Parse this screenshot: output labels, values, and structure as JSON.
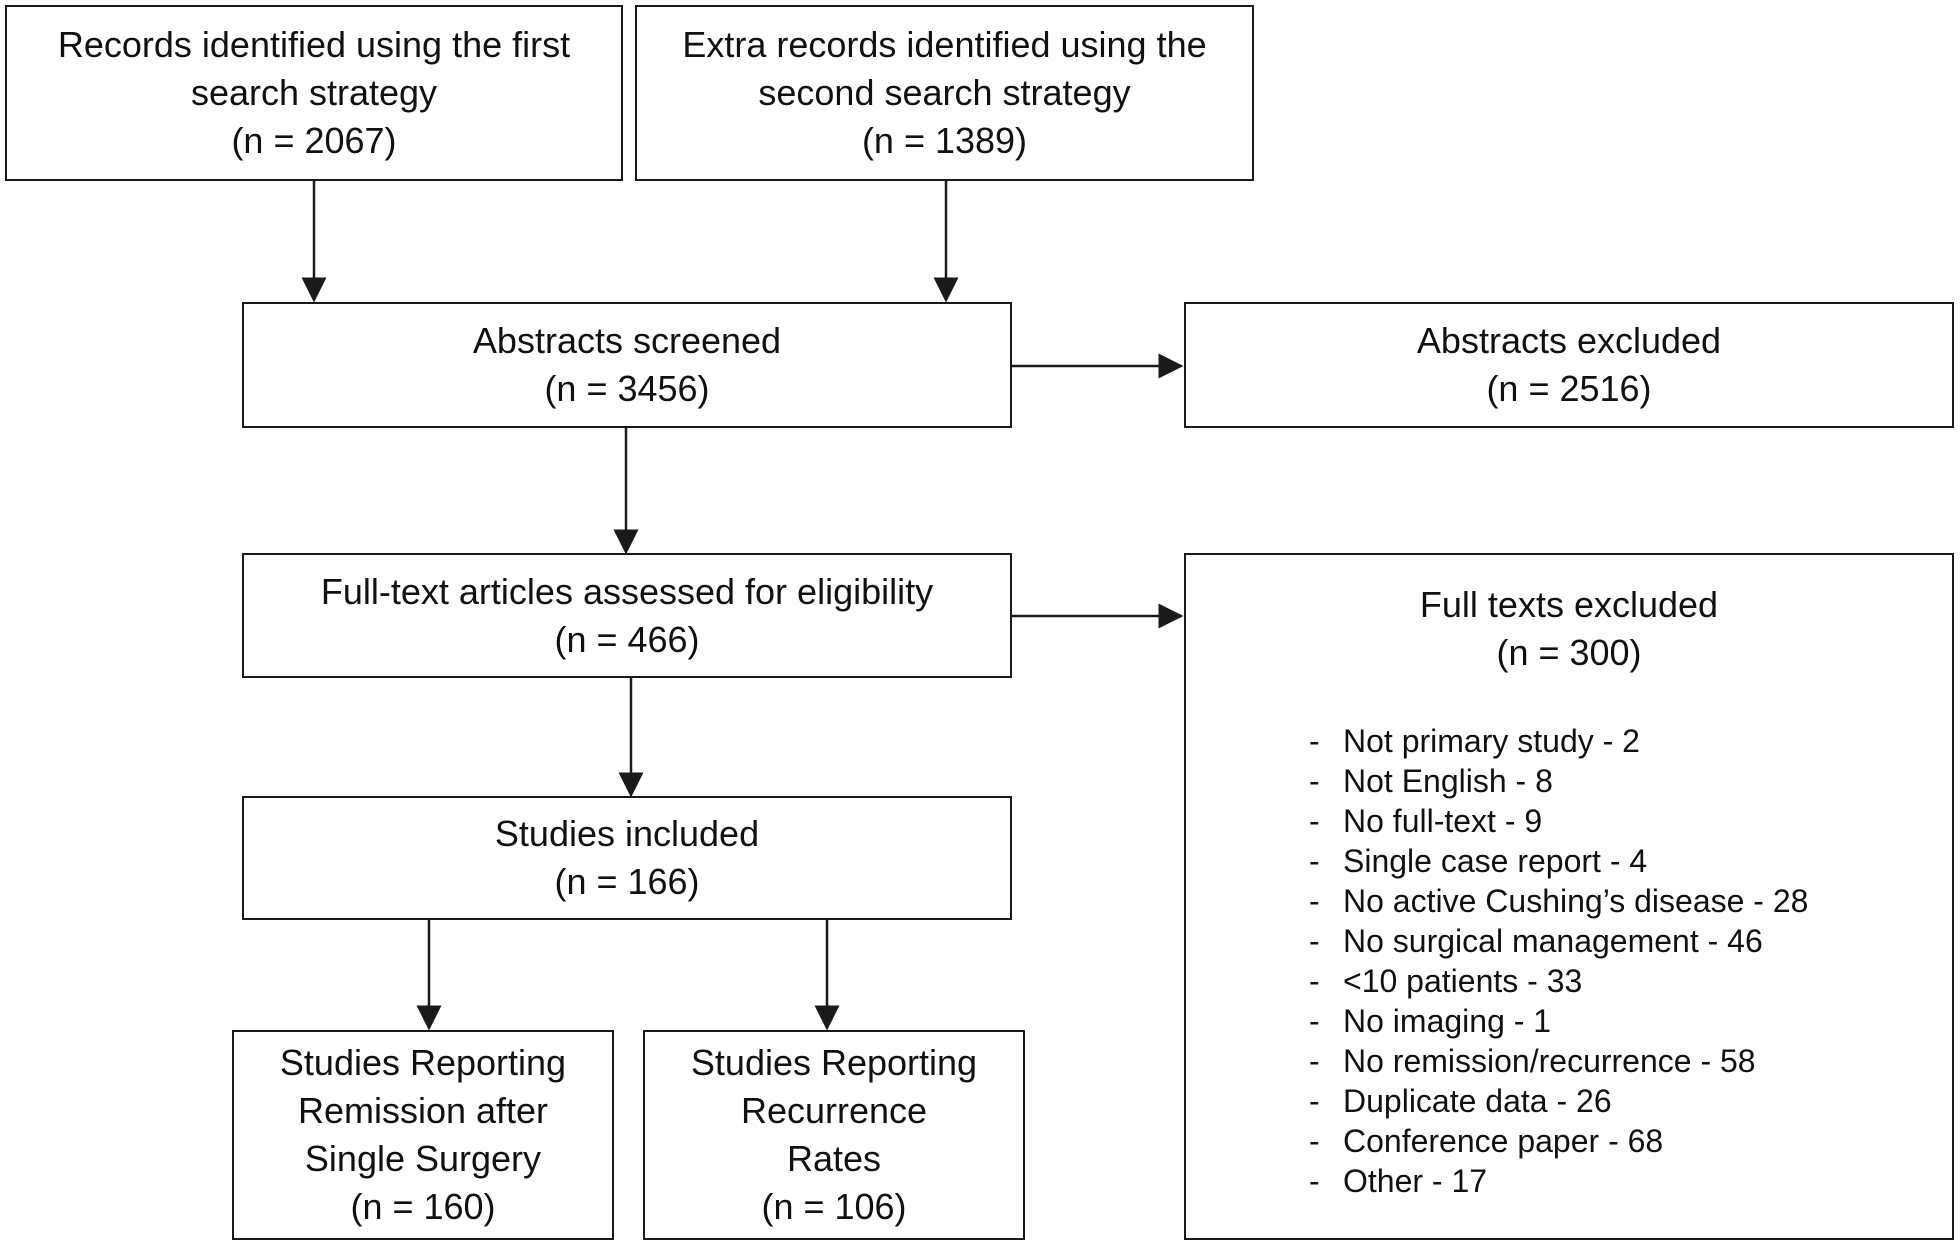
{
  "first_search": {
    "lines": [
      "Records identified using the first",
      "search strategy"
    ],
    "count": "(n = 2067)"
  },
  "second_search": {
    "lines": [
      "Extra records identified using the",
      "second search strategy"
    ],
    "count": "(n = 1389)"
  },
  "abstracts_screened": {
    "label": "Abstracts screened",
    "count": "(n = 3456)"
  },
  "abstracts_excluded": {
    "label": "Abstracts excluded",
    "count": "(n = 2516)"
  },
  "full_text_assessed": {
    "label": "Full-text articles assessed for eligibility",
    "count": "(n = 466)"
  },
  "full_texts_excluded": {
    "label": "Full texts excluded",
    "count": "(n = 300)",
    "reasons": [
      "Not primary study - 2",
      "Not English - 8",
      "No full-text - 9",
      "Single case report - 4",
      "No active Cushing’s disease - 28",
      "No surgical management - 46",
      "<10 patients - 33",
      "No imaging - 1",
      "No remission/recurrence - 58",
      "Duplicate data - 26",
      "Conference paper - 68",
      "Other - 17"
    ]
  },
  "studies_included": {
    "label": "Studies included",
    "count": "(n = 166)"
  },
  "remission_studies": {
    "lines": [
      "Studies Reporting",
      "Remission after",
      "Single Surgery"
    ],
    "count": "(n = 160)"
  },
  "recurrence_studies": {
    "lines": [
      "Studies Reporting",
      "Recurrence",
      "Rates"
    ],
    "count": "(n = 106)"
  }
}
